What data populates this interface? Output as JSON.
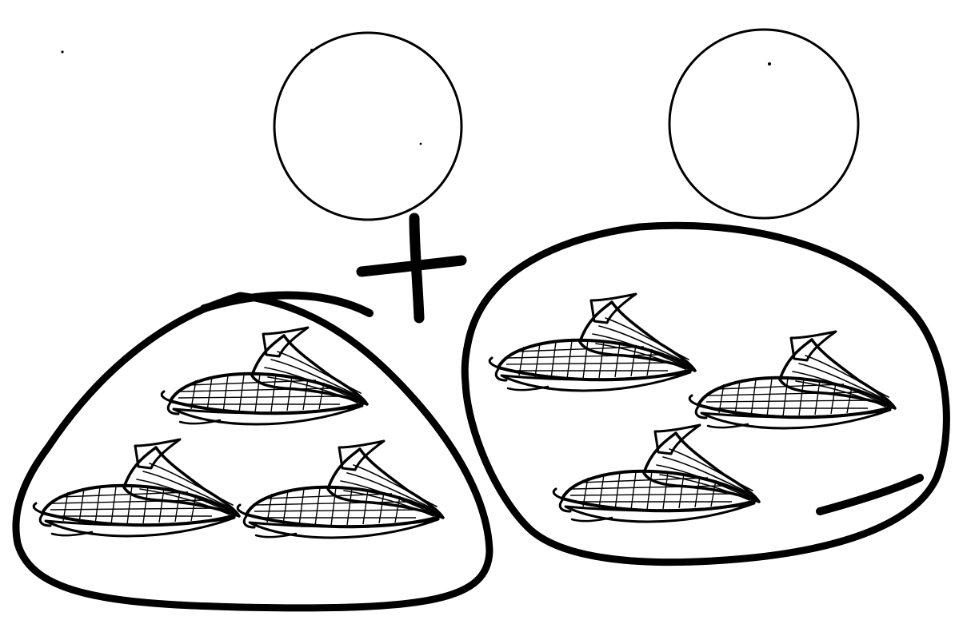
{
  "worksheet": {
    "operation": "addition",
    "operator_symbol": "+",
    "answer_circles": [
      {
        "value": ""
      },
      {
        "value": ""
      }
    ],
    "groups": [
      {
        "object": "ear-of-corn",
        "count": 3
      },
      {
        "object": "ear-of-corn",
        "count": 3
      }
    ]
  },
  "colors": {
    "ink": "#000000",
    "background": "#ffffff"
  }
}
